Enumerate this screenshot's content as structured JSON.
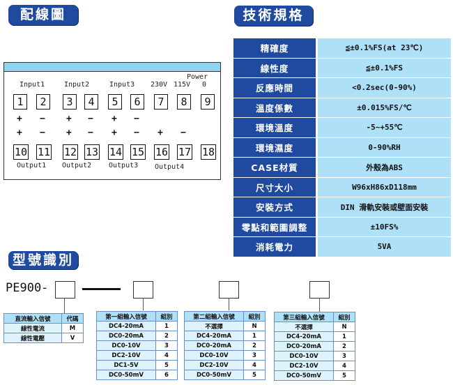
{
  "headings": {
    "wiring": "配線圖",
    "spec": "技術規格",
    "model": "型號識別"
  },
  "wiring": {
    "power_label": "Power",
    "top_labels": [
      "Input1",
      "Input2",
      "Input3",
      "230V",
      "115V",
      "0"
    ],
    "top_terminals": [
      "1",
      "2",
      "3",
      "4",
      "5",
      "6",
      "7",
      "8",
      "9"
    ],
    "bottom_terminals": [
      "10",
      "11",
      "12",
      "13",
      "14",
      "15",
      "16",
      "17",
      "18"
    ],
    "signs_row1": [
      "+",
      "−",
      "+",
      "−",
      "+",
      "−"
    ],
    "signs_row2": [
      "+",
      "−",
      "+",
      "−",
      "+",
      "−",
      "+",
      "−"
    ],
    "bottom_labels": [
      "Output1",
      "Output2",
      "Output3",
      "Output4"
    ]
  },
  "spec": [
    {
      "k": "精確度",
      "v": "≦±0.1%FS(at 23℃)"
    },
    {
      "k": "線性度",
      "v": "≦±0.1%FS"
    },
    {
      "k": "反應時間",
      "v": "<0.2sec(0-90%)"
    },
    {
      "k": "溫度係數",
      "v": "±0.015%FS/℃"
    },
    {
      "k": "環境溫度",
      "v": "-5~+55℃"
    },
    {
      "k": "環境濕度",
      "v": "0-90%RH"
    },
    {
      "k": "CASE材質",
      "v": "外殼為ABS"
    },
    {
      "k": "尺寸大小",
      "v": "W96xH86xD118mm"
    },
    {
      "k": "安裝方式",
      "v": "DIN 滑軌安裝或壁面安裝"
    },
    {
      "k": "零點和範圍調整",
      "v": "±10FS%"
    },
    {
      "k": "消耗電力",
      "v": "5VA"
    }
  ],
  "model": {
    "prefix": "PE900-",
    "input_type": {
      "headers": [
        "直流輸入信號",
        "代碼"
      ],
      "rows": [
        [
          "線性電流",
          "M"
        ],
        [
          "線性電壓",
          "V"
        ]
      ]
    },
    "group1": {
      "headers": [
        "第一組輸入信號",
        "組別"
      ],
      "rows": [
        [
          "DC4-20mA",
          "1"
        ],
        [
          "DC0-20mA",
          "2"
        ],
        [
          "DC0-10V",
          "3"
        ],
        [
          "DC2-10V",
          "4"
        ],
        [
          "DC1-5V",
          "5"
        ],
        [
          "DC0-50mV",
          "6"
        ]
      ]
    },
    "group2": {
      "headers": [
        "第二組輸入信號",
        "組別"
      ],
      "rows": [
        [
          "不選擇",
          "N"
        ],
        [
          "DC4-20mA",
          "1"
        ],
        [
          "DC0-20mA",
          "2"
        ],
        [
          "DC0-10V",
          "3"
        ],
        [
          "DC2-10V",
          "4"
        ],
        [
          "DC0-50mV",
          "5"
        ]
      ]
    },
    "group3": {
      "headers": [
        "第三組輸入信號",
        "組別"
      ],
      "rows": [
        [
          "不選擇",
          "N"
        ],
        [
          "DC4-20mA",
          "1"
        ],
        [
          "DC0-20mA",
          "2"
        ],
        [
          "DC0-10V",
          "3"
        ],
        [
          "DC2-10V",
          "4"
        ],
        [
          "DC0-50mV",
          "5"
        ]
      ]
    }
  }
}
